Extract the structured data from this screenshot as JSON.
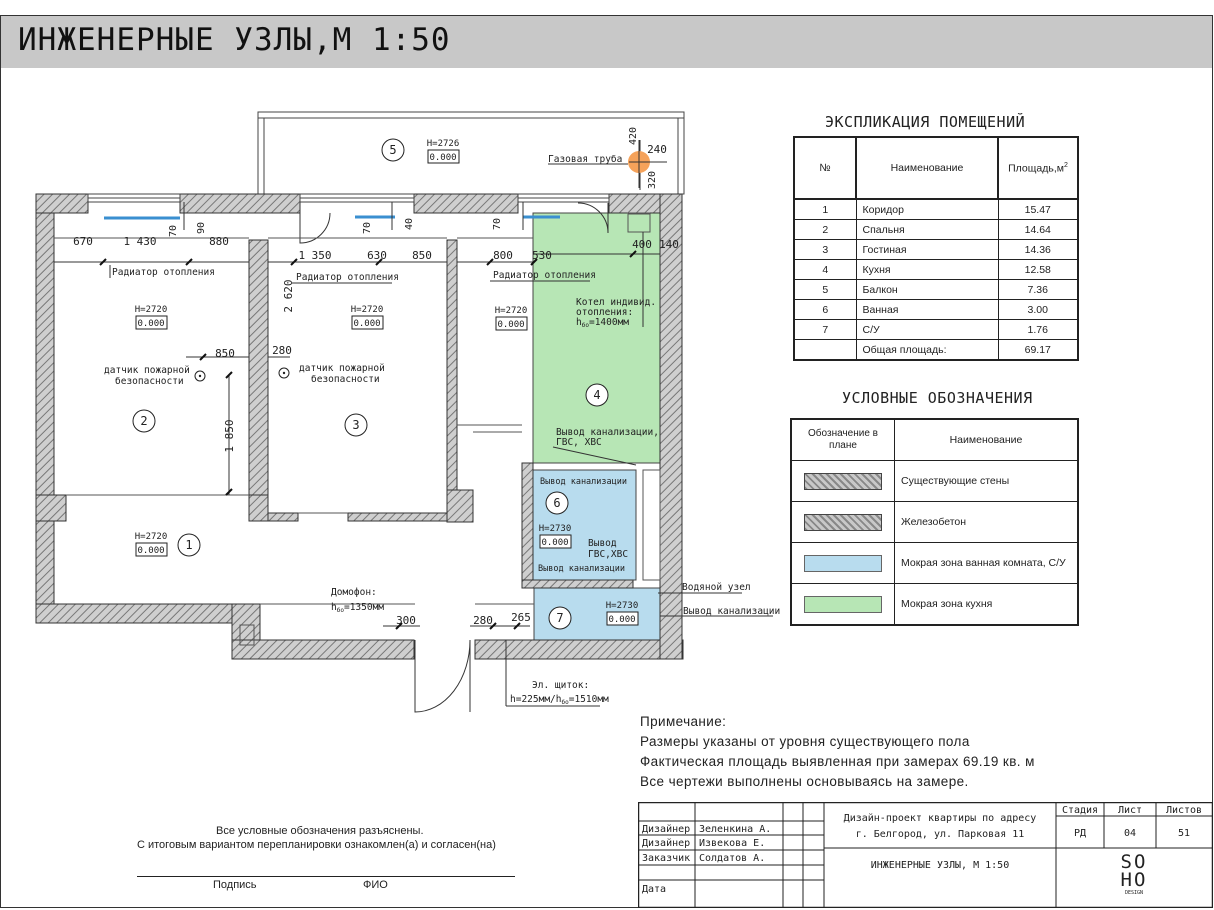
{
  "title": "ИНЖЕНЕРНЫЕ УЗЛЫ,М 1:50",
  "plan": {
    "rooms": [
      {
        "num": "1",
        "h": "H=2720",
        "level": "0.000"
      },
      {
        "num": "2",
        "h": "H=2720",
        "level": "0.000"
      },
      {
        "num": "3",
        "h": "H=2720",
        "level": "0.000"
      },
      {
        "num": "4",
        "h": "H=2720",
        "level": "0.000"
      },
      {
        "num": "5",
        "h": "H=2726",
        "level": "0.000"
      },
      {
        "num": "6",
        "h": "H=2730",
        "level": "0.000"
      },
      {
        "num": "7",
        "h": "H=2730",
        "level": "0.000"
      }
    ],
    "labels": {
      "gas_pipe": "Газовая труба",
      "radiator": "Радиатор отопления",
      "smoke_sensor_1": "датчик пожарной",
      "smoke_sensor_2": "безопасности",
      "boiler_1": "Котел индивид.",
      "boiler_2": "отопления:",
      "boiler_h": "h",
      "boiler_h_sub": "бо",
      "boiler_h_val": "=1400мм",
      "sewer_out_1": "Вывод канализации,",
      "sewer_out_2": "ГВС, ХВС",
      "sewer_out_short": "Вывод канализации",
      "out_gvs_1": "Вывод",
      "out_gvs_2": "ГВС,ХВС",
      "water_node": "Водяной узел",
      "sewer_out_right": "Вывод канализации",
      "intercom_1": "Домофон:",
      "intercom_h": "h",
      "intercom_h_sub": "бо",
      "intercom_h_val": "=1350мм",
      "el_panel_1": "Эл. щиток:",
      "el_panel_h": "h=225мм/h",
      "el_panel_h_sub": "бо",
      "el_panel_h_val": "=1510мм"
    },
    "dims": {
      "d670": "670",
      "d1430": "1 430",
      "d880": "880",
      "d70a": "70",
      "d90": "90",
      "d1350": "1 350",
      "d630": "630",
      "d850a": "850",
      "d70b": "70",
      "d40": "40",
      "d800": "800",
      "d530": "530",
      "d70c": "70",
      "d400": "400",
      "d140": "140",
      "d2620": "2 620",
      "d850b": "850",
      "d280a": "280",
      "d1850": "1 850",
      "d300": "300",
      "d280b": "280",
      "d265": "265",
      "d420": "420",
      "d240": "240",
      "d320": "320"
    }
  },
  "explication": {
    "title": "ЭКСПЛИКАЦИЯ ПОМЕЩЕНИЙ",
    "headers": {
      "num": "№",
      "name": "Наименование",
      "area": "Площадь,м"
    },
    "area_sup": "2",
    "rows": [
      {
        "num": "1",
        "name": "Коридор",
        "area": "15.47"
      },
      {
        "num": "2",
        "name": "Спальня",
        "area": "14.64"
      },
      {
        "num": "3",
        "name": "Гостиная",
        "area": "14.36"
      },
      {
        "num": "4",
        "name": "Кухня",
        "area": "12.58"
      },
      {
        "num": "5",
        "name": "Балкон",
        "area": "7.36"
      },
      {
        "num": "6",
        "name": "Ванная",
        "area": "3.00"
      },
      {
        "num": "7",
        "name": "С/У",
        "area": "1.76"
      }
    ],
    "total_label": "Общая площадь:",
    "total_value": "69.17"
  },
  "legend": {
    "title": "УСЛОВНЫЕ ОБОЗНАЧЕНИЯ",
    "header_symbol_1": "Обозначение в",
    "header_symbol_2": "плане",
    "header_name": "Наименование",
    "items": [
      {
        "name": "Существующие стены",
        "kind": "hatch"
      },
      {
        "name": "Железобетон",
        "kind": "hatch"
      },
      {
        "name": "Мокрая зона ванная комната, С/У",
        "kind": "blue",
        "color": "#b8dcee"
      },
      {
        "name": "Мокрая зона кухня",
        "kind": "green",
        "color": "#b7e6b5"
      }
    ]
  },
  "notes": {
    "title": "Примечание:",
    "lines": [
      "Размеры указаны от уровня существующего пола",
      "Фактическая площадь выявленная при замерах 69.19 кв. м",
      "Все чертежи выполнены основываясь на замере."
    ]
  },
  "signature": {
    "line1": "Все условные обозначения разъяснены.",
    "line2": "С итоговым вариантом перепланировки ознакомлен(а) и согласен(на)",
    "sign_label": "Подпись",
    "fio_label": "ФИО"
  },
  "stamp": {
    "roles": [
      {
        "role": "Дизайнер",
        "name": "Зеленкина А."
      },
      {
        "role": "Дизайнер",
        "name": "Извекова Е."
      },
      {
        "role": "Заказчик",
        "name": "Солдатов А."
      },
      {
        "role": "Дата",
        "name": ""
      }
    ],
    "project_1": "Дизайн-проект квартиры по адресу",
    "project_2": "г. Белгород, ул. Парковая 11",
    "sheet_title": "ИНЖЕНЕРНЫЕ УЗЛЫ, М 1:50",
    "stage_label": "Стадия",
    "sheet_label": "Лист",
    "sheets_label": "Листов",
    "stage": "РД",
    "sheet": "04",
    "sheets": "51",
    "logo_1": "SO",
    "logo_2": "HO",
    "logo_3": "DESIGN"
  },
  "colors": {
    "kitchen": "#b7e6b5",
    "bath": "#b8dcee",
    "gas": "#f5a25a",
    "title_bar": "#c8c8c8"
  }
}
